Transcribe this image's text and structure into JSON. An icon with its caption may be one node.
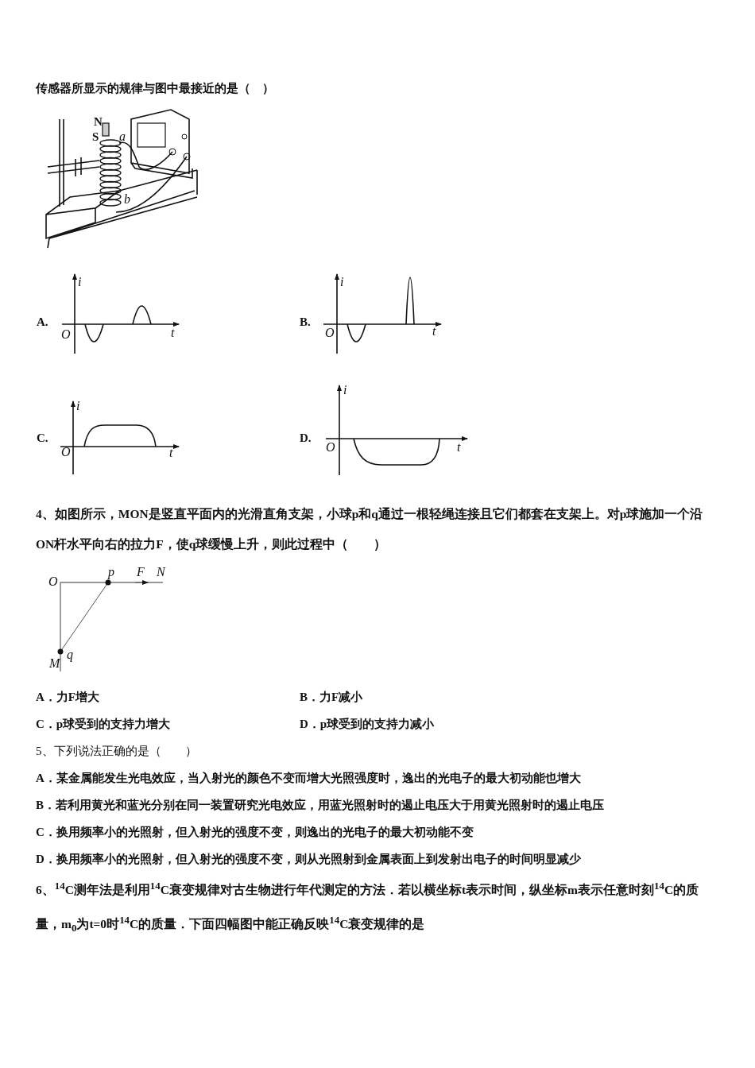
{
  "diagram": {
    "labels": [
      "传感器所显示的规律与图中最接近的是（　）",
      "N",
      "S",
      "a",
      "b",
      "A.",
      "i",
      "O",
      "t",
      "B.",
      "i",
      "O",
      "t",
      "C.",
      "i",
      "O",
      "t",
      "D.",
      "i",
      "O",
      "t",
      "4、如图所示，MON是竖直平面内的光滑直角支架，小球p和q通过一根轻绳连接且它们都套在支架上。对p球施加一个沿ON杆水平向右的拉力F，使q球缓慢上升，则此过程中（　　）",
      "O",
      "p",
      "F",
      "N",
      "M",
      "q",
      "A．力F增大",
      "B．力F减小",
      "C．p球受到的支持力增大",
      "D．p球受到的支持力减小",
      "5、下列说法正确的是（　　）",
      "A．某金属能发生光电效应，当入射光的颜色不变而增大光照强度时，逸出的光电子的最大初动能也增大",
      "B．若利用黄光和蓝光分别在同一装置研究光电效应，用蓝光照射时的遏止电压大于用黄光照射时的遏止电压",
      "C．换用频率小的光照射，但入射光的强度不变，则逸出的光电子的最大初动能不变",
      "D．换用频率小的光照射，但入射光的强度不变，则从光照射到金属表面上到发射出电子的时间明显减少",
      "6、$^{14}$C测年法是利用$^{14}$C衰变规律对古生物进行年代测定的方法．若以横坐标t表示时间，纵坐标m表示任意时刻$^{14}$C的质量，m$_{0}$为t=0时$^{14}$C的质量．下面四幅图中能正确反映$^{14}$C衰变规律的是"
    ]
  }
}
